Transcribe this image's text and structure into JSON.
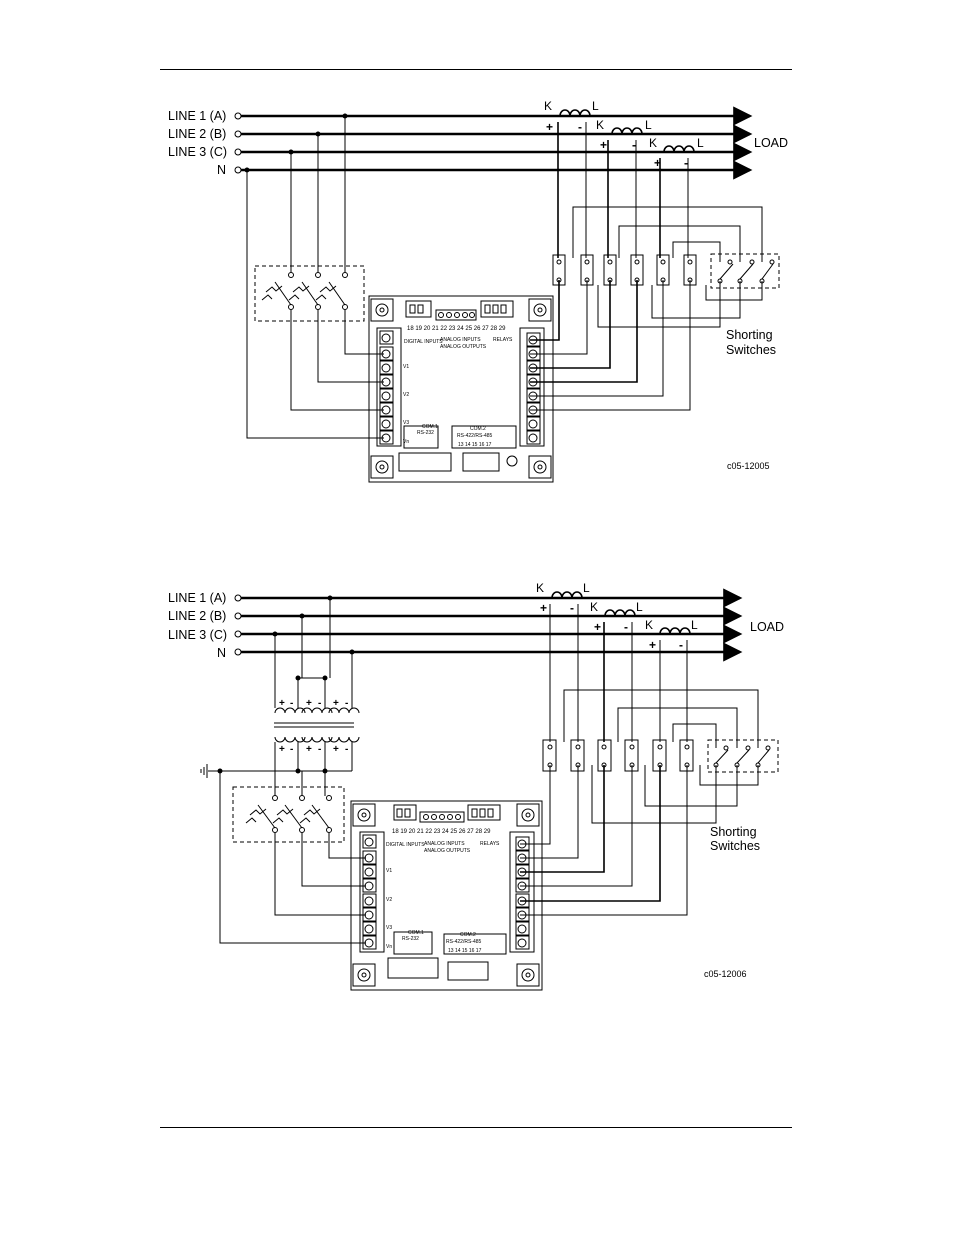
{
  "diagram1": {
    "lines": [
      "LINE 1 (A)",
      "LINE 2 (B)",
      "LINE 3 (C)",
      "N"
    ],
    "load": "LOAD",
    "ct_k": "K",
    "ct_l": "L",
    "plus": "+",
    "minus": "-",
    "shorting": [
      "Shorting",
      "Switches"
    ],
    "code": "c05-12005",
    "device": {
      "top_numbers": "18 19 20  21 22 23 24 25  26 27 28 29",
      "digital_inputs": "DIGITAL INPUTS",
      "analog_inputs": "ANALOG INPUTS",
      "analog_outputs": "ANALOG OUTPUTS",
      "relays": "RELAYS",
      "com1": "COM.1",
      "com1_sub": "RS-232",
      "com2": "COM.2",
      "com2_sub": "RS-422/RS-485",
      "bottom_numbers": "13 14 15 16 17",
      "v1": "V1",
      "v2": "V2",
      "v3": "V3",
      "vn": "Vn"
    }
  },
  "diagram2": {
    "lines": [
      "LINE 1 (A)",
      "LINE 2 (B)",
      "LINE 3 (C)",
      "N"
    ],
    "load": "LOAD",
    "ct_k": "K",
    "ct_l": "L",
    "plus": "+",
    "minus": "-",
    "shorting": [
      "Shorting",
      "Switches"
    ],
    "code": "c05-12006",
    "device": {
      "top_numbers": "18 19 20  21 22 23 24 25  26 27 28 29",
      "digital_inputs": "DIGITAL INPUTS",
      "analog_inputs": "ANALOG INPUTS",
      "analog_outputs": "ANALOG OUTPUTS",
      "relays": "RELAYS",
      "com1": "COM.1",
      "com1_sub": "RS-232",
      "com2": "COM.2",
      "com2_sub": "RS-422/RS-485",
      "bottom_numbers": "13 14 15 16 17",
      "v1": "V1",
      "v2": "V2",
      "v3": "V3",
      "vn": "Vn"
    }
  }
}
